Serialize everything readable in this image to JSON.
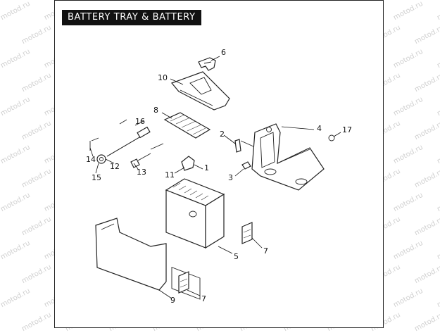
{
  "title": "BATTERY TRAY & BATTERY",
  "watermark_text": "motod.ru",
  "callouts": {
    "c1": "1",
    "c2": "2",
    "c3": "3",
    "c4": "4",
    "c5": "5",
    "c6": "6",
    "c7a": "7",
    "c7b": "7",
    "c8": "8",
    "c9": "9",
    "c10": "10",
    "c11": "11",
    "c12": "12",
    "c13": "13",
    "c14": "14",
    "c15": "15",
    "c16": "16",
    "c17": "17"
  },
  "colors": {
    "frame": "#222222",
    "title_bg": "#111111",
    "title_text": "#ffffff",
    "watermark": "#d0d0d0"
  }
}
